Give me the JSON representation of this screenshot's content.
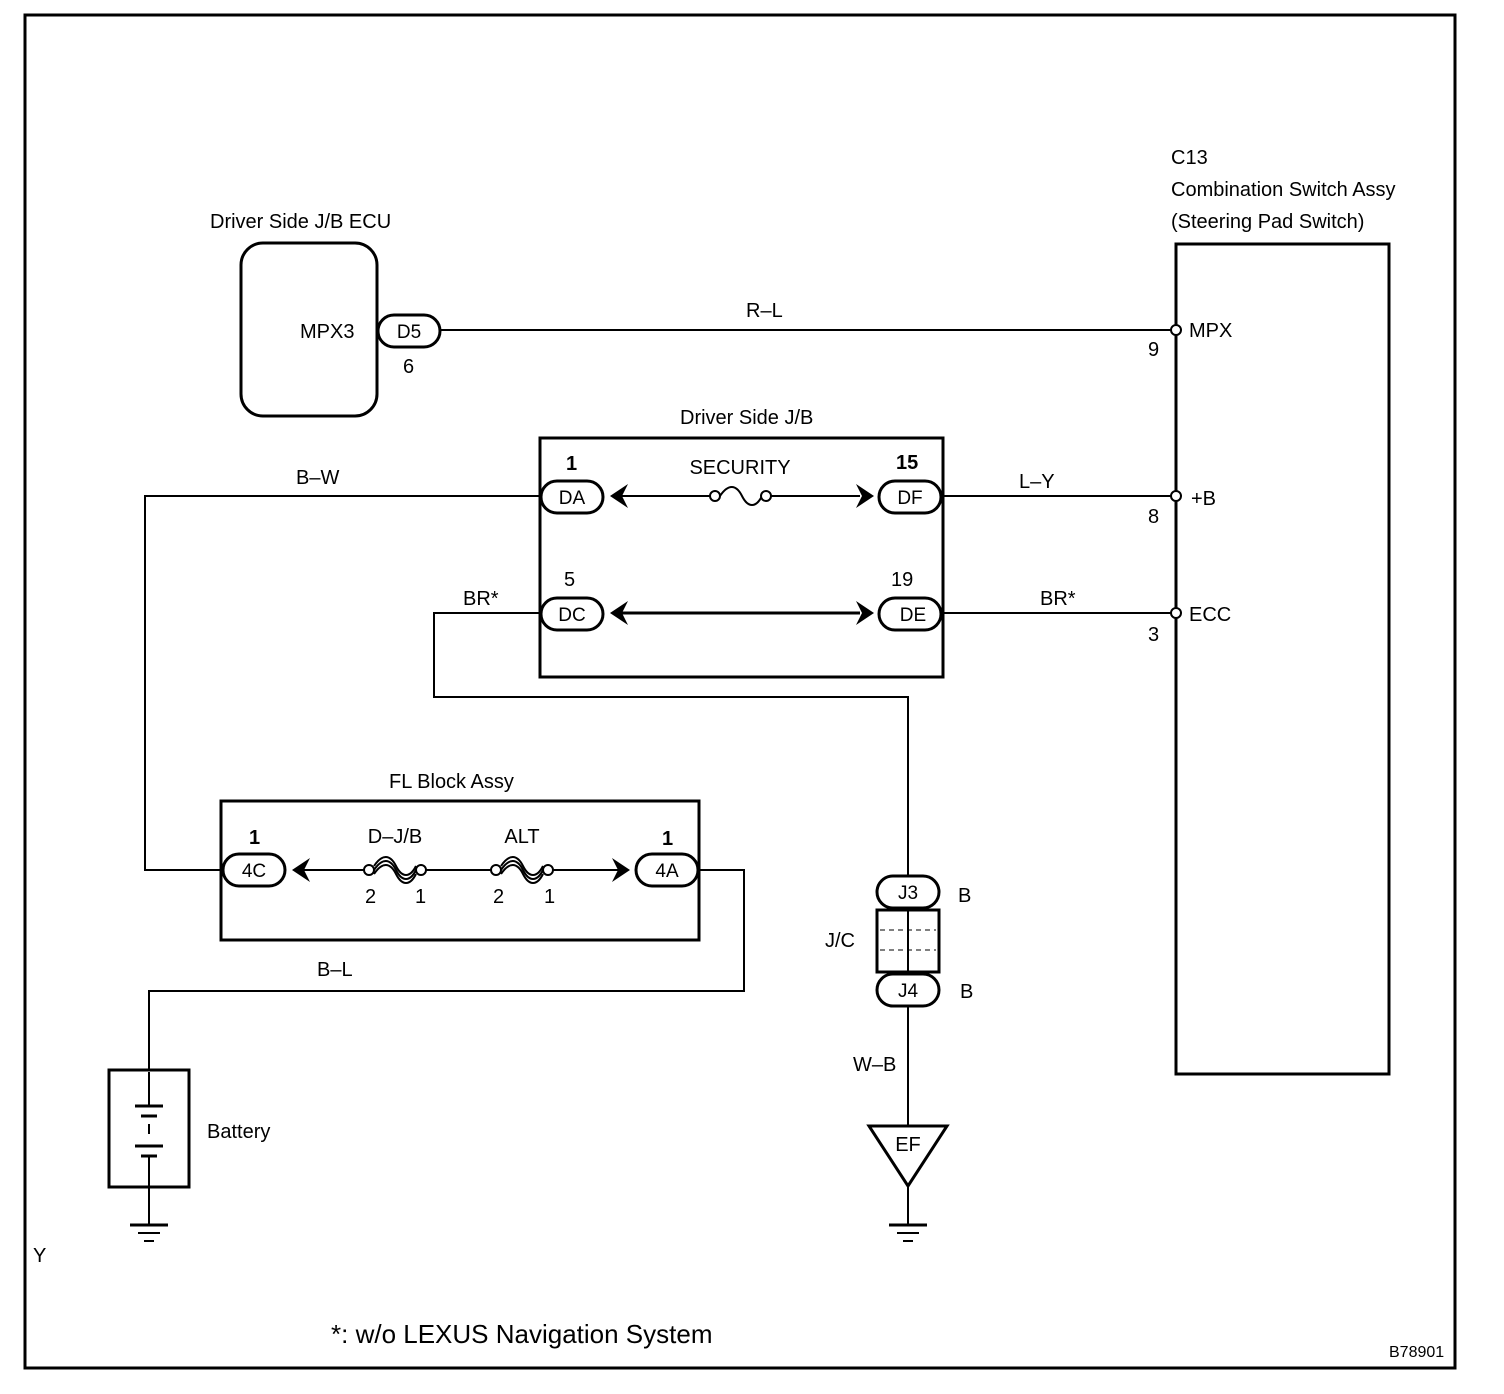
{
  "components": {
    "ecu": {
      "title": "Driver Side J/B ECU",
      "terminal": "MPX3",
      "connector": "D5",
      "pin": "6"
    },
    "combo_switch": {
      "code": "C13",
      "title": "Combination Switch Assy",
      "subtitle": "(Steering Pad Switch)"
    },
    "jb": {
      "title": "Driver Side J/B",
      "fuse": "SECURITY",
      "conn_da": "DA",
      "pin_da": "1",
      "conn_df": "DF",
      "pin_df": "15",
      "conn_dc": "DC",
      "pin_dc": "5",
      "conn_de": "DE",
      "pin_de": "19"
    },
    "fl_block": {
      "title": "FL Block Assy",
      "conn_4c": "4C",
      "pin_4c": "1",
      "conn_4a": "4A",
      "pin_4a": "1",
      "fuse1": "D–J/B",
      "fuse1_pin_a": "2",
      "fuse1_pin_b": "1",
      "fuse2": "ALT",
      "fuse2_pin_a": "2",
      "fuse2_pin_b": "1"
    },
    "junction": {
      "label": "J/C",
      "conn_j3": "J3",
      "j3_color": "B",
      "conn_j4": "J4",
      "j4_color": "B"
    },
    "battery": {
      "label": "Battery"
    },
    "ground": {
      "label": "EF"
    }
  },
  "switch_terminals": [
    {
      "name": "MPX",
      "pin": "9"
    },
    {
      "name": "+B",
      "pin": "8"
    },
    {
      "name": "ECC",
      "pin": "3"
    }
  ],
  "wires": {
    "rl": "R–L",
    "bw": "B–W",
    "ly": "L–Y",
    "br_left": "BR*",
    "br_right": "BR*",
    "bl": "B–L",
    "wb": "W–B"
  },
  "footnote": "*: w/o LEXUS Navigation System",
  "corner_mark": "Y",
  "figure_code": "B78901"
}
